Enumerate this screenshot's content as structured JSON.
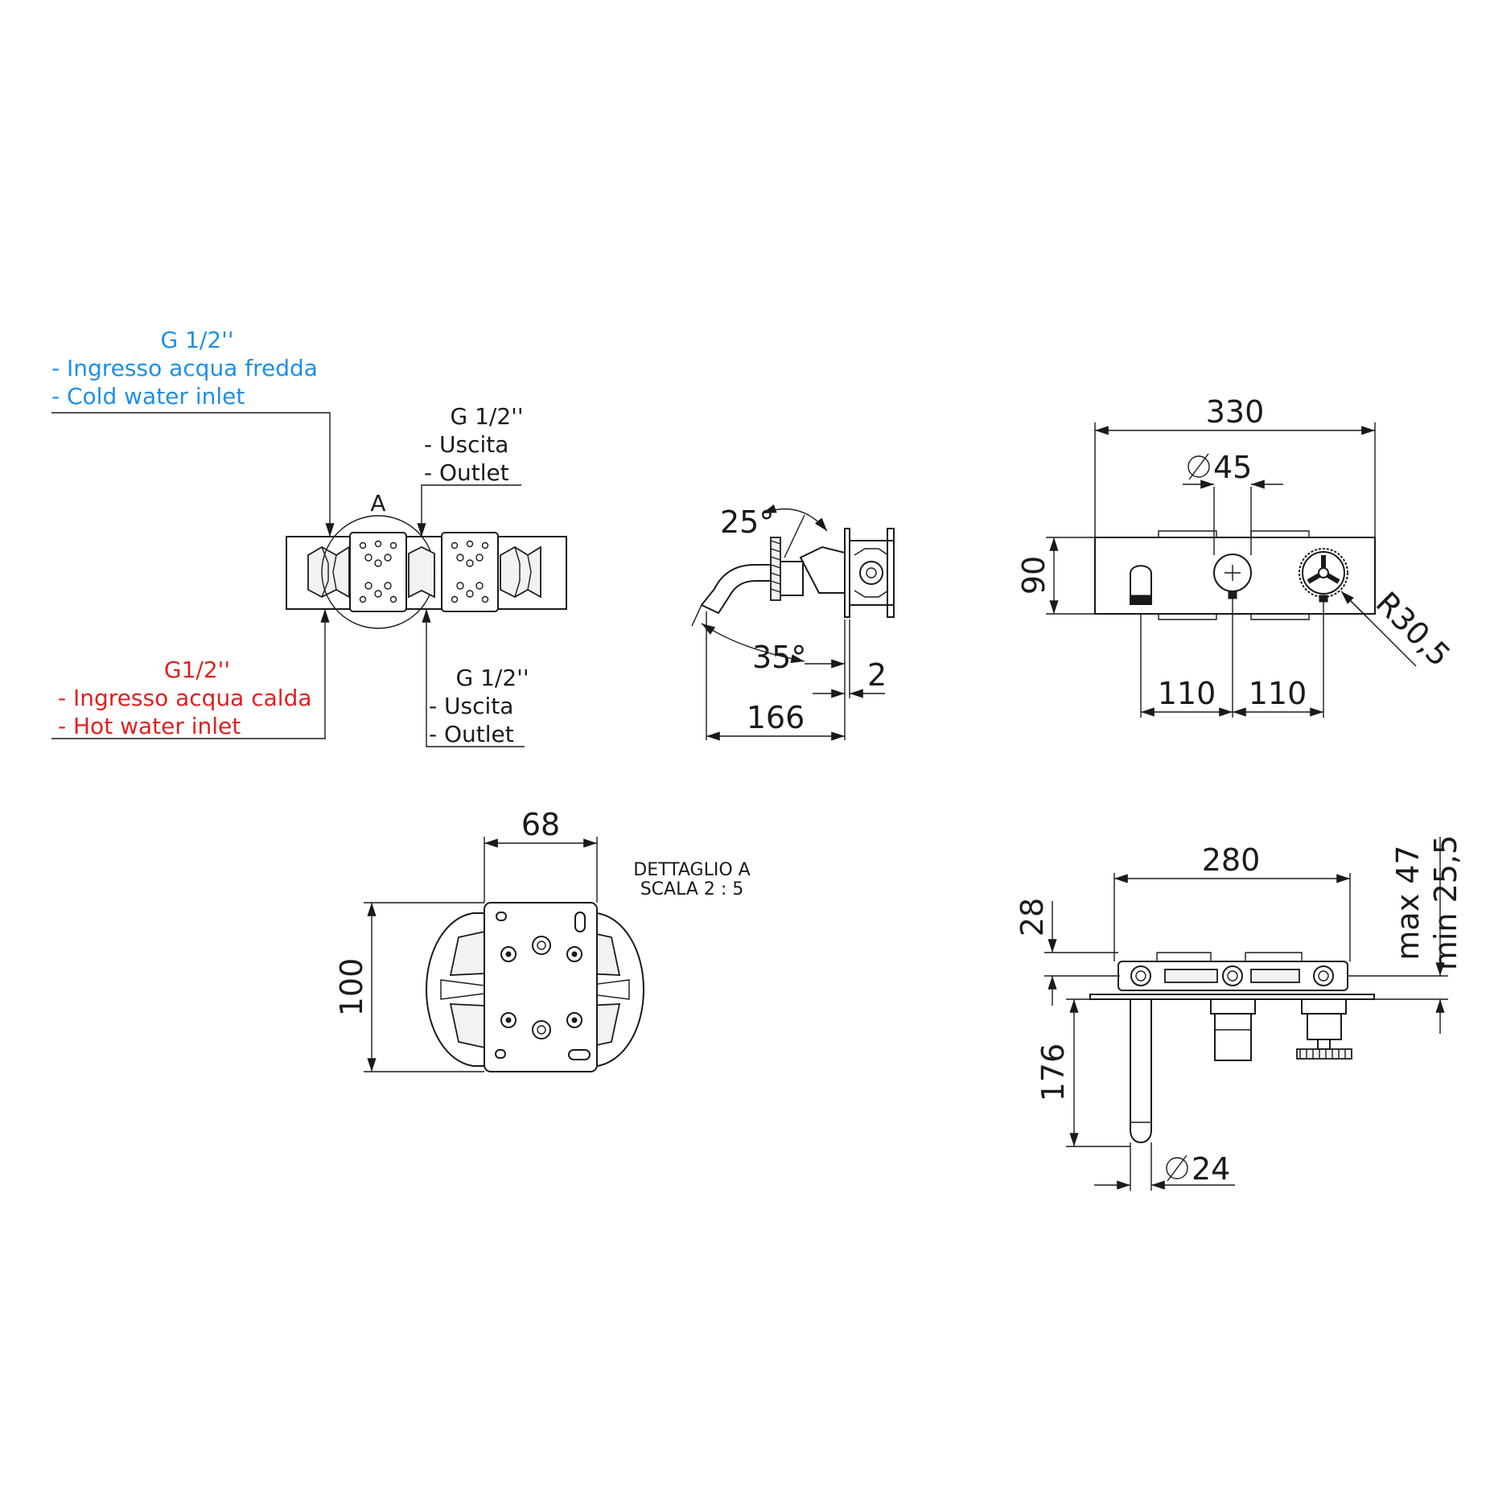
{
  "labels": {
    "cold_thread": "G 1/2''",
    "cold_it": "- Ingresso acqua fredda",
    "cold_en": "- Cold water inlet",
    "hot_thread": "G1/2''",
    "hot_it": "- Ingresso acqua calda",
    "hot_en": "- Hot water inlet",
    "out1_thread": "G 1/2''",
    "out1_it": "- Uscita",
    "out1_en": "- Outlet",
    "out2_thread": "G 1/2''",
    "out2_it": "- Uscita",
    "out2_en": "- Outlet",
    "detail_marker": "A",
    "detail_title": "DETTAGLIO A",
    "detail_scale": "SCALA 2 : 5"
  },
  "dimensions": {
    "width_total": "330",
    "diameter_mixer": "45",
    "height_plate": "90",
    "radius_handle": "R30,5",
    "spacing_left": "110",
    "spacing_right": "110",
    "angle_up": "25°",
    "angle_down": "35°",
    "plate_thickness": "2",
    "spout_projection": "166",
    "detail_width": "68",
    "detail_height": "100",
    "box_width": "280",
    "box_offset": "28",
    "depth_max": "max 47",
    "depth_min": "min 25,5",
    "spout_drop": "176",
    "spout_diameter": "24"
  },
  "colors": {
    "cold": "#1f8fe5",
    "hot": "#e02020",
    "line": "#1a1a1a"
  }
}
